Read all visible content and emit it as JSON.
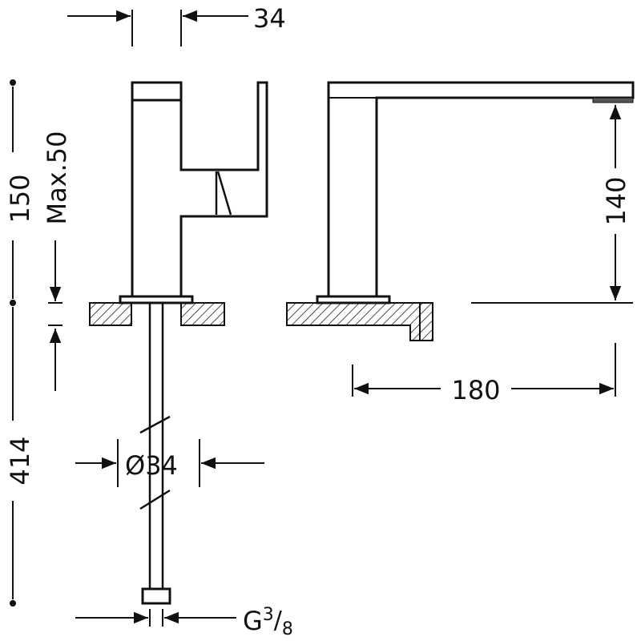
{
  "dimensions": {
    "width_top": "34",
    "overall_height": "150",
    "max_deck": "Max.50",
    "spout_height": "140",
    "reach": "180",
    "hose_length": "414",
    "diameter": "Ø34",
    "thread_prefix": "G",
    "thread_numerator": "3",
    "thread_slash": "/",
    "thread_denominator": "8"
  },
  "colors": {
    "ink": "#111111",
    "background": "#ffffff"
  }
}
